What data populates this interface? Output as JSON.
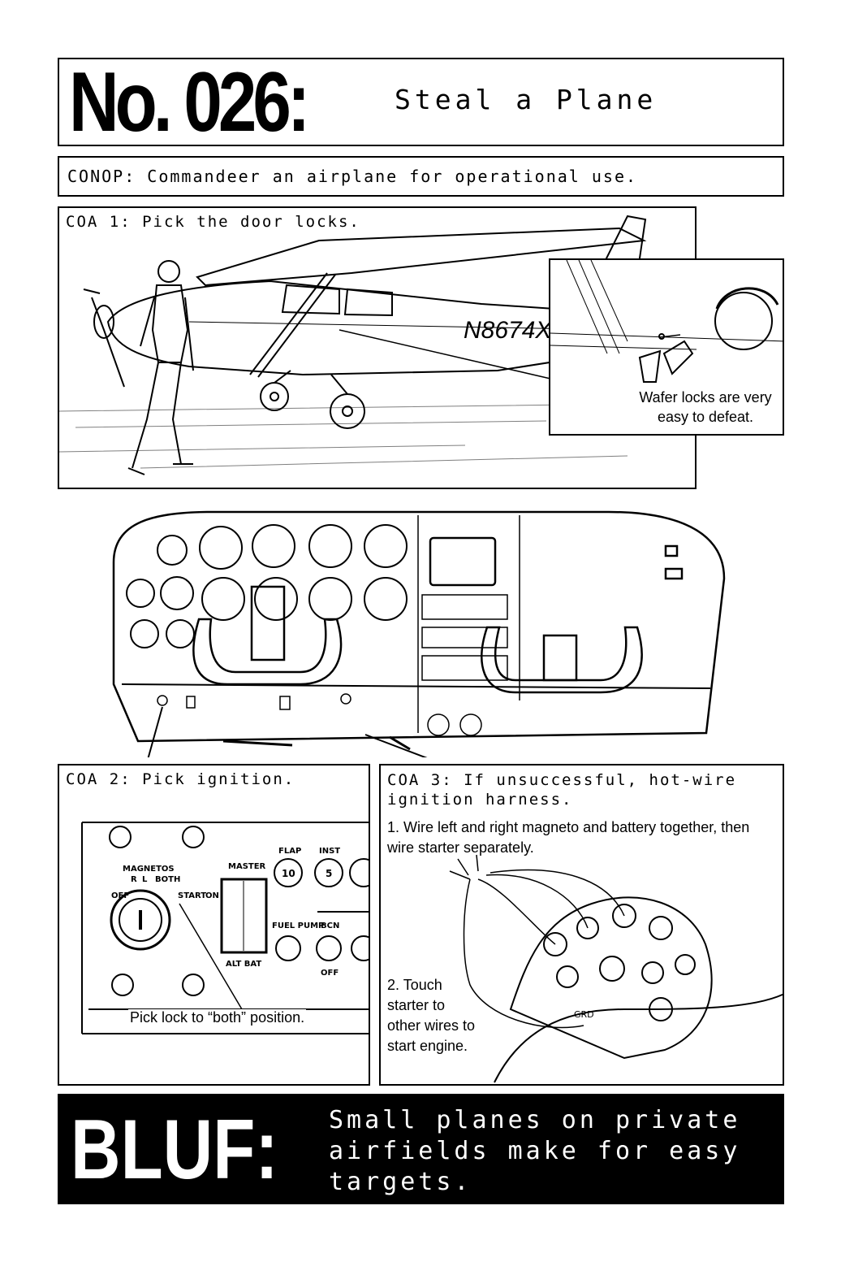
{
  "title": {
    "number": "No. 026:",
    "text": "Steal a Plane"
  },
  "conop": {
    "text": "CONOP: Commandeer an airplane for operational use."
  },
  "coa1": {
    "label": "COA 1: Pick the door locks.",
    "tail_number": "N8674X",
    "inset_caption": "Wafer locks are very easy to defeat."
  },
  "coa2": {
    "label": "COA 2: Pick ignition.",
    "caption": "Pick lock to “both” position.",
    "panel_labels": {
      "magnetos": "MAGNETOS",
      "r": "R",
      "l": "L",
      "both": "BOTH",
      "off": "OFF",
      "start": "START",
      "master": "MASTER",
      "on": "ON",
      "alt_bat": "ALT BAT",
      "flap": "FLAP",
      "inst": "INST",
      "flap_value": "10",
      "inst_value": "5",
      "fuel_pump": "FUEL PUMP",
      "bcn": "BCN",
      "off_small": "OFF"
    }
  },
  "coa3": {
    "label": "COA 3: If unsuccessful, hot-wire ignition harness.",
    "step1": "1. Wire left and right magneto and battery together, then wire starter separately.",
    "step2": "2. Touch starter to other wires to start engine.",
    "harness_labels": {
      "grd": "GRD"
    }
  },
  "bluf": {
    "label": "BLUF:",
    "text": "Small planes on private airfields make for easy targets."
  }
}
